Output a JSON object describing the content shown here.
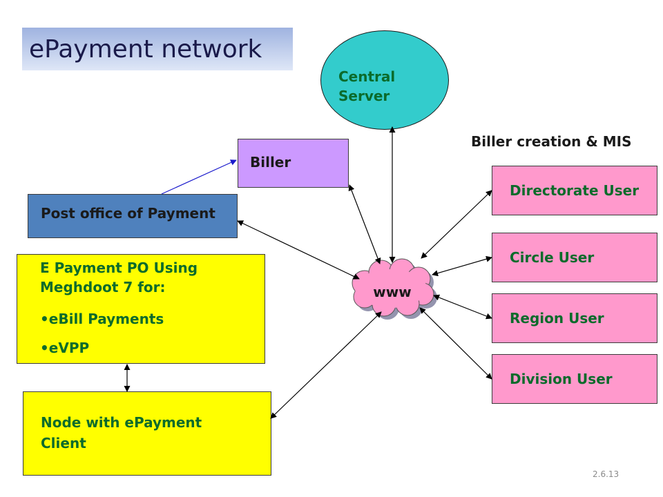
{
  "title": "ePayment network",
  "nodes": {
    "central_server": {
      "line1": "Central",
      "line2": "Server"
    },
    "biller": {
      "label": "Biller"
    },
    "post_office": {
      "label": "Post office of Payment"
    },
    "epayment_po": {
      "line1": "E Payment PO Using",
      "line2": "Meghdoot 7 for:",
      "bullets": [
        "eBill Payments",
        "eVPP"
      ]
    },
    "node_client": {
      "line1": "Node with ePayment",
      "line2": "Client"
    },
    "www": {
      "label": "www"
    },
    "biller_creation": {
      "label": "Biller creation & MIS"
    },
    "directorate_user": {
      "label": "Directorate User"
    },
    "circle_user": {
      "label": "Circle User"
    },
    "region_user": {
      "label": "Region User"
    },
    "division_user": {
      "label": "Division User"
    }
  },
  "footer": {
    "date": "2.6.13"
  },
  "colors": {
    "title_bg": "#9fb3e0",
    "ellipse": "#33cccc",
    "biller": "#cc99ff",
    "post_office": "#4f81bd",
    "yellow": "#ffff00",
    "pink": "#ff99cc",
    "green_text": "#0b6b2b"
  }
}
